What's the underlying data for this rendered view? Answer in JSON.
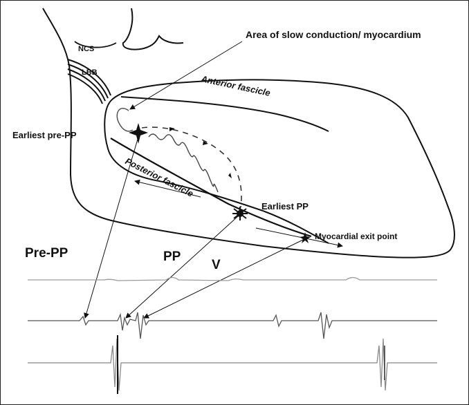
{
  "labels": {
    "ncs": "NCS",
    "lbb": "LBB",
    "area_slow": "Area of slow conduction/ myocardium",
    "anterior_fascicle": "Anterior fascicle",
    "posterior_fascicle": "Posterior fascicle",
    "earliest_pre_pp": "Earliest pre-PP",
    "earliest_pp": "Earliest PP",
    "myocardial_exit": "Myocardial exit point",
    "pre_pp": "Pre-PP",
    "pp": "PP",
    "v": "V"
  },
  "colors": {
    "line": "#111111",
    "trace_light": "#9a9a9a",
    "trace_dark": "#444444"
  }
}
